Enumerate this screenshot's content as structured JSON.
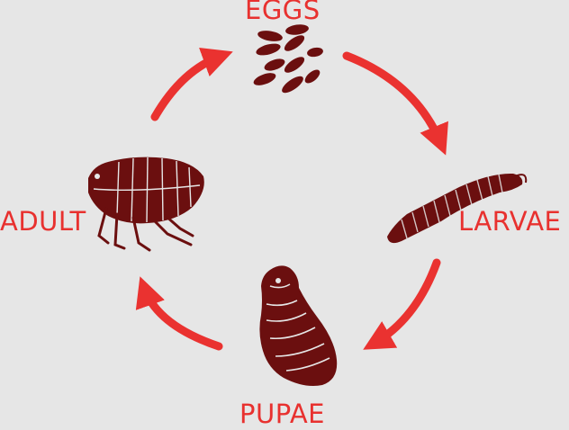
{
  "diagram": {
    "stages": [
      {
        "id": "eggs",
        "label": "EGGS"
      },
      {
        "id": "larvae",
        "label": "LARVAE"
      },
      {
        "id": "pupae",
        "label": "PUPAE"
      },
      {
        "id": "adult",
        "label": "ADULT"
      }
    ],
    "colors": {
      "background": "#e6e6e6",
      "arrow": "#ea3230",
      "label": "#e8312f",
      "insect": "#6b0f0f",
      "insect_line": "#e6e6e6"
    },
    "icons": [
      "eggs-icon",
      "larva-icon",
      "pupa-icon",
      "adult-flea-icon"
    ]
  }
}
